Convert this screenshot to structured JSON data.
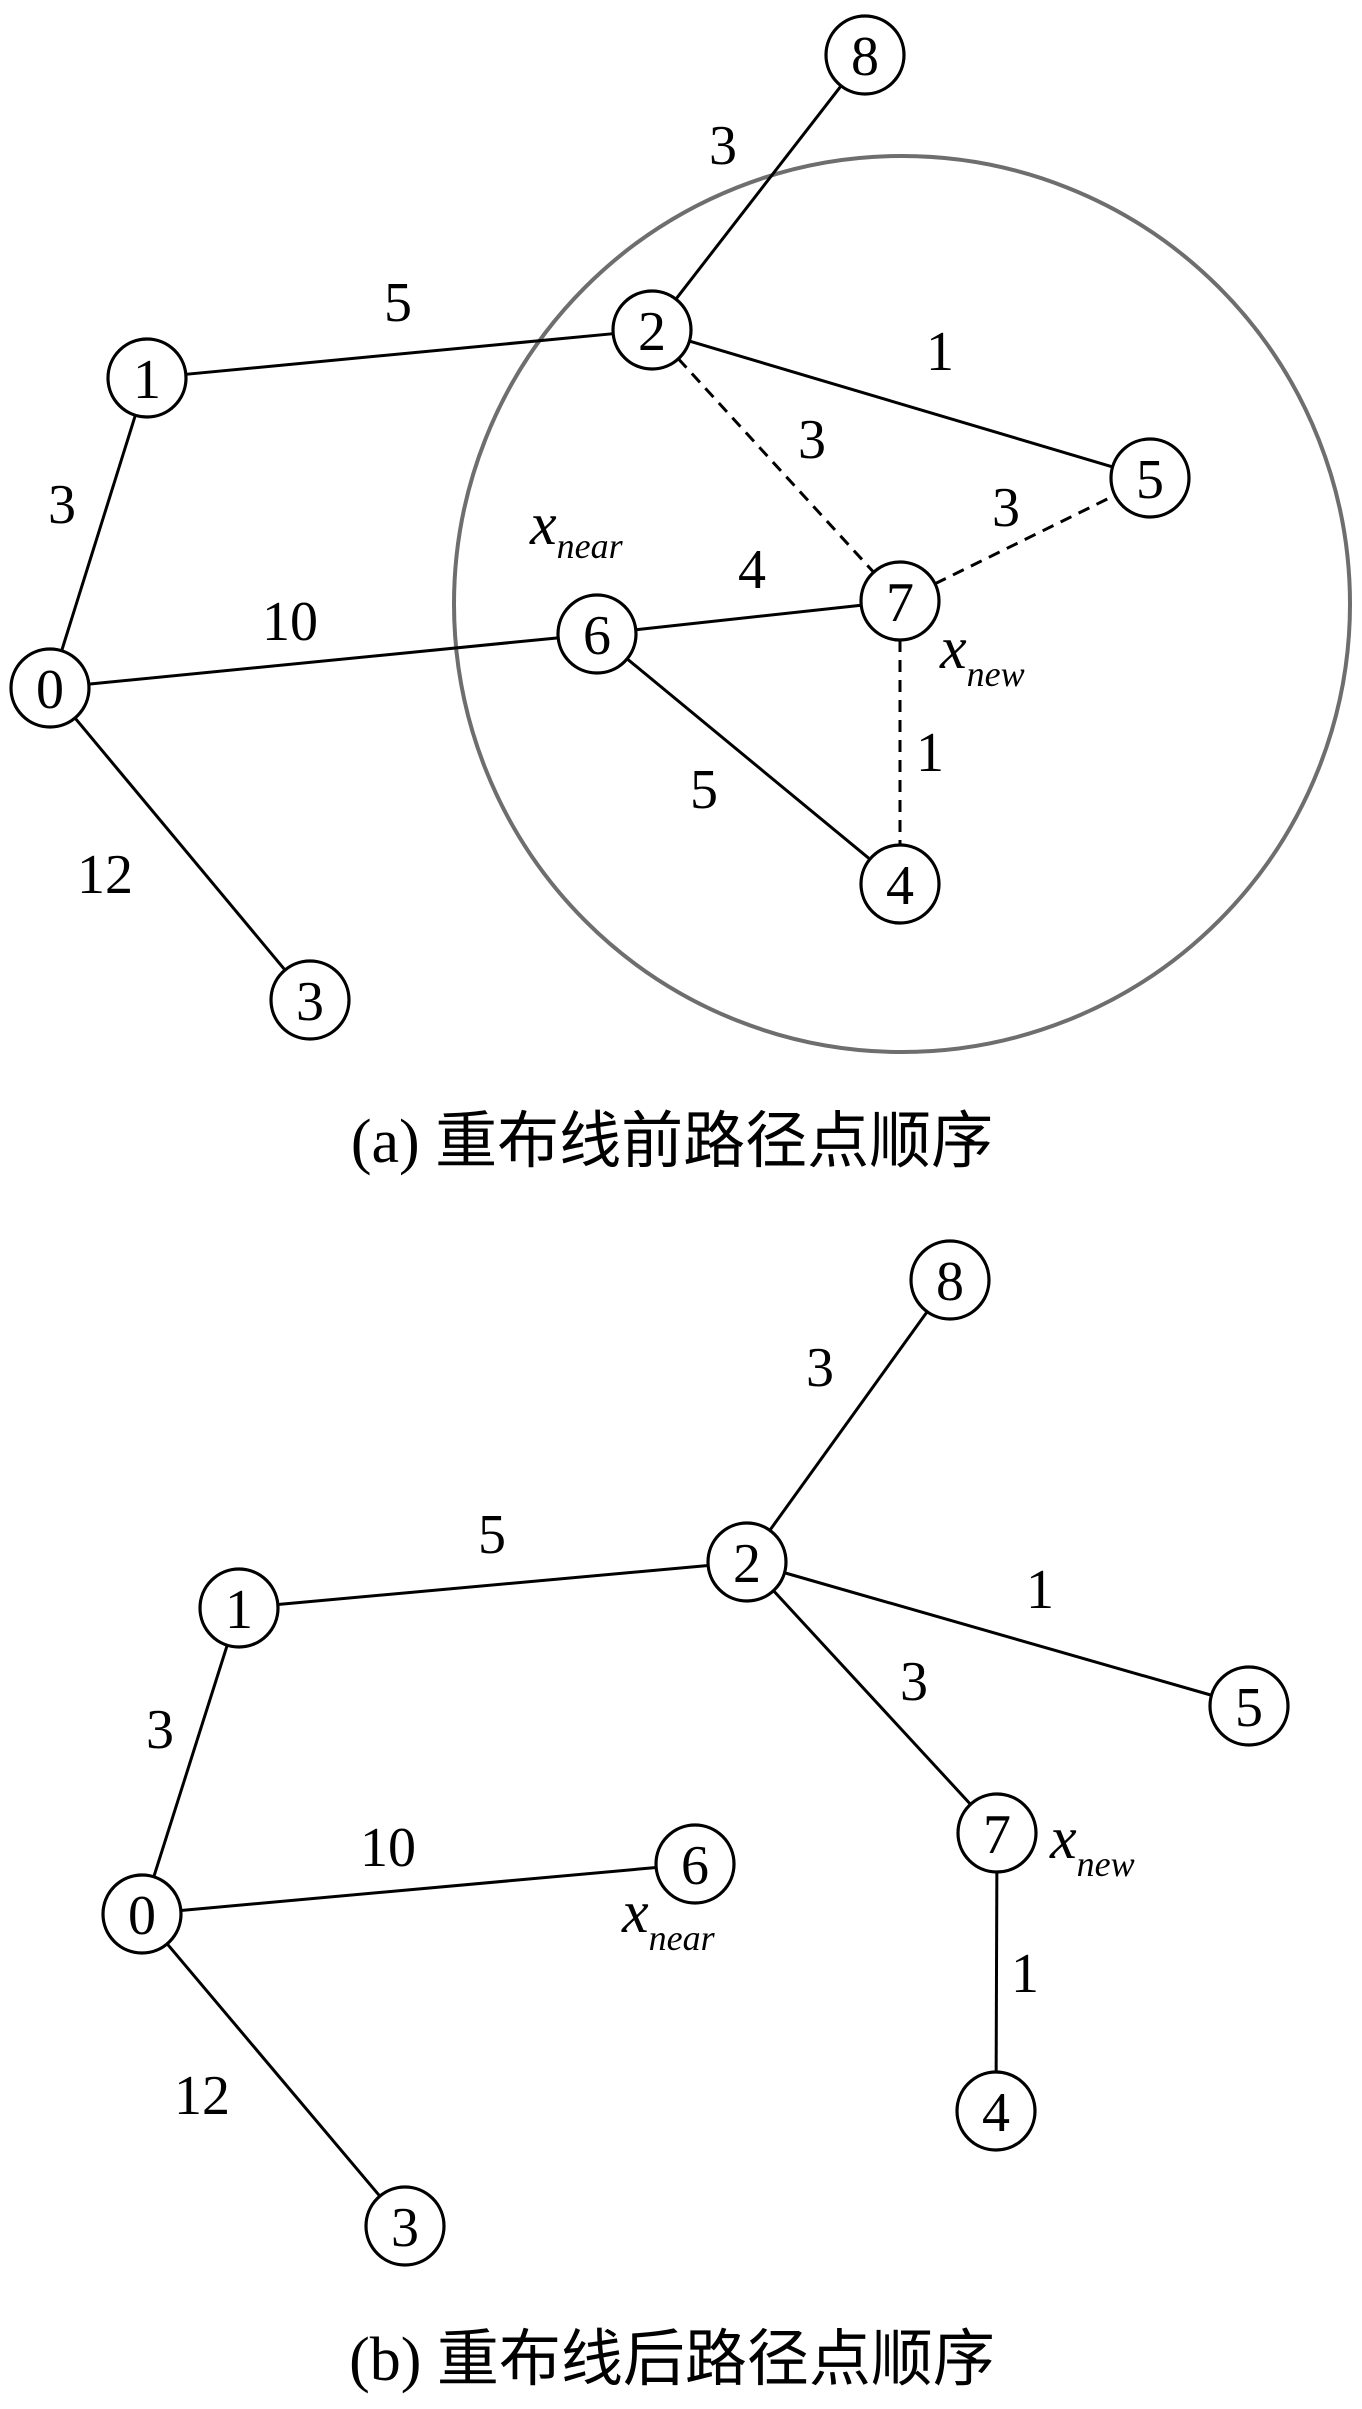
{
  "diagrams": [
    {
      "id": "a",
      "caption": "(a) 重布线前路径点顺序",
      "near_label": {
        "main": "x",
        "sub": "near"
      },
      "new_label": {
        "main": "x",
        "sub": "new"
      },
      "nodes": [
        "0",
        "1",
        "2",
        "3",
        "4",
        "5",
        "6",
        "7",
        "8"
      ],
      "edges": [
        {
          "from": "0",
          "to": "1",
          "weight": "3",
          "style": "solid"
        },
        {
          "from": "1",
          "to": "2",
          "weight": "5",
          "style": "solid"
        },
        {
          "from": "2",
          "to": "8",
          "weight": "3",
          "style": "solid"
        },
        {
          "from": "2",
          "to": "5",
          "weight": "1",
          "style": "solid"
        },
        {
          "from": "0",
          "to": "6",
          "weight": "10",
          "style": "solid"
        },
        {
          "from": "0",
          "to": "3",
          "weight": "12",
          "style": "solid"
        },
        {
          "from": "6",
          "to": "7",
          "weight": "4",
          "style": "solid"
        },
        {
          "from": "6",
          "to": "4",
          "weight": "5",
          "style": "solid"
        },
        {
          "from": "2",
          "to": "7",
          "weight": "3",
          "style": "dashed"
        },
        {
          "from": "7",
          "to": "5",
          "weight": "3",
          "style": "dashed"
        },
        {
          "from": "7",
          "to": "4",
          "weight": "1",
          "style": "dashed"
        }
      ]
    },
    {
      "id": "b",
      "caption": "(b) 重布线后路径点顺序",
      "near_label": {
        "main": "x",
        "sub": "near"
      },
      "new_label": {
        "main": "x",
        "sub": "new"
      },
      "nodes": [
        "0",
        "1",
        "2",
        "3",
        "4",
        "5",
        "6",
        "7",
        "8"
      ],
      "edges": [
        {
          "from": "0",
          "to": "1",
          "weight": "3",
          "style": "solid"
        },
        {
          "from": "1",
          "to": "2",
          "weight": "5",
          "style": "solid"
        },
        {
          "from": "2",
          "to": "8",
          "weight": "3",
          "style": "solid"
        },
        {
          "from": "2",
          "to": "5",
          "weight": "1",
          "style": "solid"
        },
        {
          "from": "2",
          "to": "7",
          "weight": "3",
          "style": "solid"
        },
        {
          "from": "7",
          "to": "4",
          "weight": "1",
          "style": "solid"
        },
        {
          "from": "0",
          "to": "6",
          "weight": "10",
          "style": "solid"
        },
        {
          "from": "0",
          "to": "3",
          "weight": "12",
          "style": "solid"
        }
      ]
    }
  ]
}
